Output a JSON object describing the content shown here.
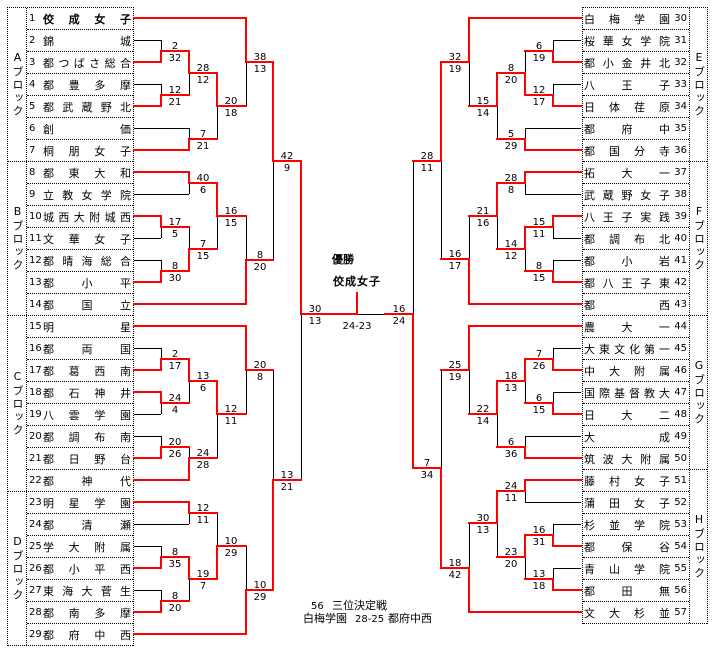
{
  "blocks": {
    "left": [
      {
        "id": "A",
        "label": "Aブロック",
        "teams": [
          {
            "no": "1",
            "name": "佼成女子"
          },
          {
            "no": "2",
            "name": "錦城"
          },
          {
            "no": "3",
            "name": "都つばさ総合"
          },
          {
            "no": "4",
            "name": "都豊多摩"
          },
          {
            "no": "5",
            "name": "都武蔵野北"
          },
          {
            "no": "6",
            "name": "創価"
          },
          {
            "no": "7",
            "name": "桐朋女子"
          }
        ]
      },
      {
        "id": "B",
        "label": "Bブロック",
        "teams": [
          {
            "no": "8",
            "name": "都東大和"
          },
          {
            "no": "9",
            "name": "立教女学院"
          },
          {
            "no": "10",
            "name": "城西大附城西"
          },
          {
            "no": "11",
            "name": "文華女子"
          },
          {
            "no": "12",
            "name": "都晴海総合"
          },
          {
            "no": "13",
            "name": "都小平"
          },
          {
            "no": "14",
            "name": "都国立"
          }
        ]
      },
      {
        "id": "C",
        "label": "Cブロック",
        "teams": [
          {
            "no": "15",
            "name": "明星"
          },
          {
            "no": "16",
            "name": "都両国"
          },
          {
            "no": "17",
            "name": "都葛西南"
          },
          {
            "no": "18",
            "name": "都石神井"
          },
          {
            "no": "19",
            "name": "八雲学園"
          },
          {
            "no": "20",
            "name": "都調布南"
          },
          {
            "no": "21",
            "name": "都日野台"
          },
          {
            "no": "22",
            "name": "都神代"
          }
        ]
      },
      {
        "id": "D",
        "label": "Dブロック",
        "teams": [
          {
            "no": "23",
            "name": "明星学園"
          },
          {
            "no": "24",
            "name": "都清瀬"
          },
          {
            "no": "25",
            "name": "学大附属"
          },
          {
            "no": "26",
            "name": "都小平西"
          },
          {
            "no": "27",
            "name": "東海大菅生"
          },
          {
            "no": "28",
            "name": "都南多摩"
          },
          {
            "no": "29",
            "name": "都府中西"
          }
        ]
      }
    ],
    "right": [
      {
        "id": "E",
        "label": "Eブロック",
        "teams": [
          {
            "no": "30",
            "name": "白梅学園"
          },
          {
            "no": "31",
            "name": "桜華女学院"
          },
          {
            "no": "32",
            "name": "都小金井北"
          },
          {
            "no": "33",
            "name": "八王子"
          },
          {
            "no": "34",
            "name": "日体荏原"
          },
          {
            "no": "35",
            "name": "都府中"
          },
          {
            "no": "36",
            "name": "都国分寺"
          }
        ]
      },
      {
        "id": "F",
        "label": "Fブロック",
        "teams": [
          {
            "no": "37",
            "name": "拓大一"
          },
          {
            "no": "38",
            "name": "武蔵野女子"
          },
          {
            "no": "39",
            "name": "八王子実践"
          },
          {
            "no": "40",
            "name": "都調布北"
          },
          {
            "no": "41",
            "name": "都小岩"
          },
          {
            "no": "42",
            "name": "都八王子東"
          },
          {
            "no": "43",
            "name": "都西"
          }
        ]
      },
      {
        "id": "G",
        "label": "Gブロック",
        "teams": [
          {
            "no": "44",
            "name": "農大一"
          },
          {
            "no": "45",
            "name": "大東文化第一"
          },
          {
            "no": "46",
            "name": "中大附属"
          },
          {
            "no": "47",
            "name": "国際基督教大"
          },
          {
            "no": "48",
            "name": "日大二"
          },
          {
            "no": "49",
            "name": "大成"
          },
          {
            "no": "50",
            "name": "筑波大附属"
          }
        ]
      },
      {
        "id": "H",
        "label": "Hブロック",
        "teams": [
          {
            "no": "51",
            "name": "藤村女子"
          },
          {
            "no": "52",
            "name": "蒲田女子"
          },
          {
            "no": "53",
            "name": "杉並学院"
          },
          {
            "no": "54",
            "name": "都保谷"
          },
          {
            "no": "55",
            "name": "青山学院"
          },
          {
            "no": "56",
            "name": "都田無"
          },
          {
            "no": "57",
            "name": "文大杉並"
          }
        ]
      }
    ]
  },
  "matches": {
    "a1": {
      "top": "t2",
      "bottom": "t3",
      "top_score": "2",
      "bottom_score": "32",
      "winner": "bottom"
    },
    "a2": {
      "top": "t4",
      "bottom": "t5",
      "top_score": "12",
      "bottom_score": "21",
      "winner": "bottom"
    },
    "a3": {
      "top": "a1",
      "bottom": "a2",
      "top_score": "28",
      "bottom_score": "12",
      "winner": "top"
    },
    "a4": {
      "top": "t6",
      "bottom": "t7",
      "top_score": "7",
      "bottom_score": "21",
      "winner": "bottom"
    },
    "a5": {
      "top": "a3",
      "bottom": "a4",
      "top_score": "20",
      "bottom_score": "18",
      "winner": "top"
    },
    "a6": {
      "top": "t1",
      "bottom": "a5",
      "top_score": "38",
      "bottom_score": "13",
      "winner": "top"
    },
    "b1": {
      "top": "t8",
      "bottom": "t9",
      "top_score": "40",
      "bottom_score": "6",
      "winner": "top"
    },
    "b2": {
      "top": "t10",
      "bottom": "t11",
      "top_score": "17",
      "bottom_score": "5",
      "winner": "top"
    },
    "b3": {
      "top": "t12",
      "bottom": "t13",
      "top_score": "8",
      "bottom_score": "30",
      "winner": "bottom"
    },
    "b4": {
      "top": "b2",
      "bottom": "b3",
      "top_score": "7",
      "bottom_score": "15",
      "winner": "bottom"
    },
    "b5": {
      "top": "b1",
      "bottom": "b4",
      "top_score": "16",
      "bottom_score": "15",
      "winner": "top"
    },
    "b6": {
      "top": "b5",
      "bottom": "t14",
      "top_score": "8",
      "bottom_score": "20",
      "winner": "bottom"
    },
    "ab": {
      "top": "a6",
      "bottom": "b6",
      "top_score": "42",
      "bottom_score": "9",
      "winner": "top"
    },
    "c1": {
      "top": "t16",
      "bottom": "t17",
      "top_score": "2",
      "bottom_score": "17",
      "winner": "bottom"
    },
    "c2": {
      "top": "t18",
      "bottom": "t19",
      "top_score": "24",
      "bottom_score": "4",
      "winner": "top"
    },
    "c3": {
      "top": "c1",
      "bottom": "c2",
      "top_score": "13",
      "bottom_score": "6",
      "winner": "top"
    },
    "c4": {
      "top": "t20",
      "bottom": "t21",
      "top_score": "20",
      "bottom_score": "26",
      "winner": "bottom"
    },
    "c5": {
      "top": "c4",
      "bottom": "t22",
      "top_score": "24",
      "bottom_score": "28",
      "winner": "bottom"
    },
    "c6": {
      "top": "c3",
      "bottom": "c5",
      "top_score": "12",
      "bottom_score": "11",
      "winner": "top"
    },
    "c7": {
      "top": "t15",
      "bottom": "c6",
      "top_score": "20",
      "bottom_score": "8",
      "winner": "top"
    },
    "d1": {
      "top": "t23",
      "bottom": "t24",
      "top_score": "12",
      "bottom_score": "11",
      "winner": "top"
    },
    "d2": {
      "top": "t25",
      "bottom": "t26",
      "top_score": "8",
      "bottom_score": "35",
      "winner": "bottom"
    },
    "d3": {
      "top": "t27",
      "bottom": "t28",
      "top_score": "8",
      "bottom_score": "20",
      "winner": "bottom"
    },
    "d4": {
      "top": "d2",
      "bottom": "d3",
      "top_score": "19",
      "bottom_score": "7",
      "winner": "top"
    },
    "d5": {
      "top": "d1",
      "bottom": "d4",
      "top_score": "10",
      "bottom_score": "29",
      "winner": "bottom"
    },
    "d6": {
      "top": "d5",
      "bottom": "t29",
      "top_score": "10",
      "bottom_score": "29",
      "winner": "bottom"
    },
    "cd": {
      "top": "c7",
      "bottom": "d6",
      "top_score": "13",
      "bottom_score": "21",
      "winner": "bottom"
    },
    "sf_l": {
      "top": "ab",
      "bottom": "cd",
      "top_score": "30",
      "bottom_score": "13",
      "winner": "top"
    },
    "e1": {
      "top": "t31",
      "bottom": "t32",
      "top_score": "6",
      "bottom_score": "19",
      "winner": "bottom"
    },
    "e2": {
      "top": "t33",
      "bottom": "t34",
      "top_score": "12",
      "bottom_score": "17",
      "winner": "bottom"
    },
    "e3": {
      "top": "e1",
      "bottom": "e2",
      "top_score": "8",
      "bottom_score": "20",
      "winner": "bottom"
    },
    "e4": {
      "top": "t35",
      "bottom": "t36",
      "top_score": "5",
      "bottom_score": "29",
      "winner": "bottom"
    },
    "e5": {
      "top": "e3",
      "bottom": "e4",
      "top_score": "15",
      "bottom_score": "14",
      "winner": "top"
    },
    "e6": {
      "top": "t30",
      "bottom": "e5",
      "top_score": "32",
      "bottom_score": "19",
      "winner": "top"
    },
    "f1": {
      "top": "t37",
      "bottom": "t38",
      "top_score": "28",
      "bottom_score": "8",
      "winner": "top"
    },
    "f2": {
      "top": "t39",
      "bottom": "t40",
      "top_score": "15",
      "bottom_score": "11",
      "winner": "top"
    },
    "f3": {
      "top": "t41",
      "bottom": "t42",
      "top_score": "8",
      "bottom_score": "15",
      "winner": "bottom"
    },
    "f4": {
      "top": "f2",
      "bottom": "f3",
      "top_score": "14",
      "bottom_score": "12",
      "winner": "top"
    },
    "f5": {
      "top": "f1",
      "bottom": "f4",
      "top_score": "21",
      "bottom_score": "16",
      "winner": "top"
    },
    "f6": {
      "top": "f5",
      "bottom": "t43",
      "top_score": "16",
      "bottom_score": "17",
      "winner": "bottom"
    },
    "ef": {
      "top": "e6",
      "bottom": "f6",
      "top_score": "28",
      "bottom_score": "11",
      "winner": "top"
    },
    "g1": {
      "top": "t45",
      "bottom": "t46",
      "top_score": "7",
      "bottom_score": "26",
      "winner": "bottom"
    },
    "g2": {
      "top": "t47",
      "bottom": "t48",
      "top_score": "6",
      "bottom_score": "15",
      "winner": "bottom"
    },
    "g3": {
      "top": "g1",
      "bottom": "g2",
      "top_score": "18",
      "bottom_score": "13",
      "winner": "top"
    },
    "g4": {
      "top": "t49",
      "bottom": "t50",
      "top_score": "6",
      "bottom_score": "36",
      "winner": "bottom"
    },
    "g5": {
      "top": "g3",
      "bottom": "g4",
      "top_score": "22",
      "bottom_score": "14",
      "winner": "top"
    },
    "g6": {
      "top": "t44",
      "bottom": "g5",
      "top_score": "25",
      "bottom_score": "19",
      "winner": "top"
    },
    "h1": {
      "top": "t51",
      "bottom": "t52",
      "top_score": "24",
      "bottom_score": "11",
      "winner": "top"
    },
    "h2": {
      "top": "t53",
      "bottom": "t54",
      "top_score": "16",
      "bottom_score": "31",
      "winner": "bottom"
    },
    "h3": {
      "top": "t55",
      "bottom": "t56",
      "top_score": "13",
      "bottom_score": "18",
      "winner": "bottom"
    },
    "h4": {
      "top": "h2",
      "bottom": "h3",
      "top_score": "23",
      "bottom_score": "20",
      "winner": "top"
    },
    "h5": {
      "top": "h1",
      "bottom": "h4",
      "top_score": "30",
      "bottom_score": "13",
      "winner": "top"
    },
    "h6": {
      "top": "h5",
      "bottom": "t57",
      "top_score": "18",
      "bottom_score": "42",
      "winner": "bottom"
    },
    "gh": {
      "top": "g6",
      "bottom": "h6",
      "top_score": "7",
      "bottom_score": "34",
      "winner": "bottom"
    },
    "sf_r": {
      "top": "ef",
      "bottom": "gh",
      "top_score": "16",
      "bottom_score": "24",
      "winner": "bottom"
    }
  },
  "final": {
    "heading": "優勝",
    "champion": "佼成女子",
    "champion_no": "1",
    "left": "sf_l",
    "right": "sf_r",
    "score": "24-23",
    "winner": "left"
  },
  "third_place": {
    "match_no": "56",
    "title": "三位決定戦",
    "team_a": "白梅学園",
    "score": "28-25",
    "team_b": "都府中西"
  },
  "colors": {
    "winner_line": "#ff0000",
    "line": "#000000"
  }
}
